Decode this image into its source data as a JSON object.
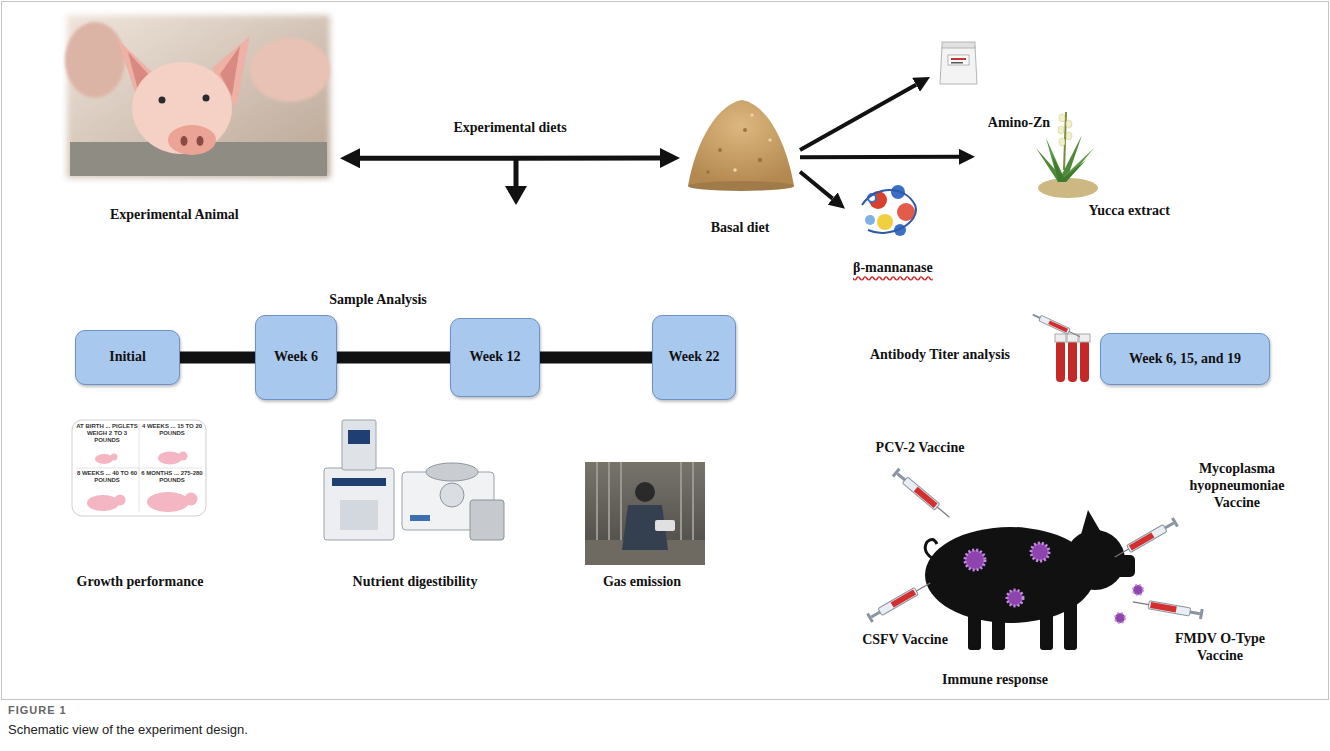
{
  "diagram": {
    "caption": "Schematic view of the experiment design.",
    "nodes": [
      {
        "text": [
          "Experimental Animal"
        ]
      },
      {
        "text": [
          "Basal diet"
        ]
      },
      {
        "text": [
          "Amino-Zn"
        ]
      },
      {
        "text": [
          "Yucca extract"
        ]
      },
      {
        "text": [
          "β-mannanase"
        ]
      },
      {
        "text": [
          "Initial"
        ]
      },
      {
        "text": [
          "Week 6"
        ]
      },
      {
        "text": [
          "Week 12"
        ]
      },
      {
        "text": [
          "Week 22"
        ]
      },
      {
        "text": [
          "Week 6, 15, and 19"
        ]
      }
    ],
    "edges": [
      {
        "from": 0,
        "to": 1,
        "arrow": "both",
        "label": "Experimental diets"
      },
      {
        "from": 1,
        "to": 2,
        "arrow": "to"
      },
      {
        "from": 1,
        "to": 3,
        "arrow": "to"
      },
      {
        "from": 1,
        "to": 4,
        "arrow": "to"
      },
      {
        "from": 5,
        "to": 6,
        "arrow": "none"
      },
      {
        "from": 6,
        "to": 7,
        "arrow": "none"
      },
      {
        "from": 7,
        "to": 8,
        "arrow": "none"
      }
    ],
    "labels": [
      "Sample Analysis",
      "Growth performance",
      "Nutrient digestibility",
      "Gas emission",
      "Antibody Titer analysis",
      "PCV-2 Vaccine",
      "Mycoplasma hyopneumoniae Vaccine",
      "CSFV Vaccine",
      "FMDV O-Type Vaccine",
      "Immune response",
      "AT BIRTH ... PIGLETS WEIGH 2 TO 3 POUNDS",
      "4 WEEKS ... 15 TO 20 POUNDS",
      "8 WEEKS ... 40 TO 60 POUNDS",
      "6 MONTHS ... 275-280 POUNDS",
      "FIGURE 1"
    ]
  }
}
